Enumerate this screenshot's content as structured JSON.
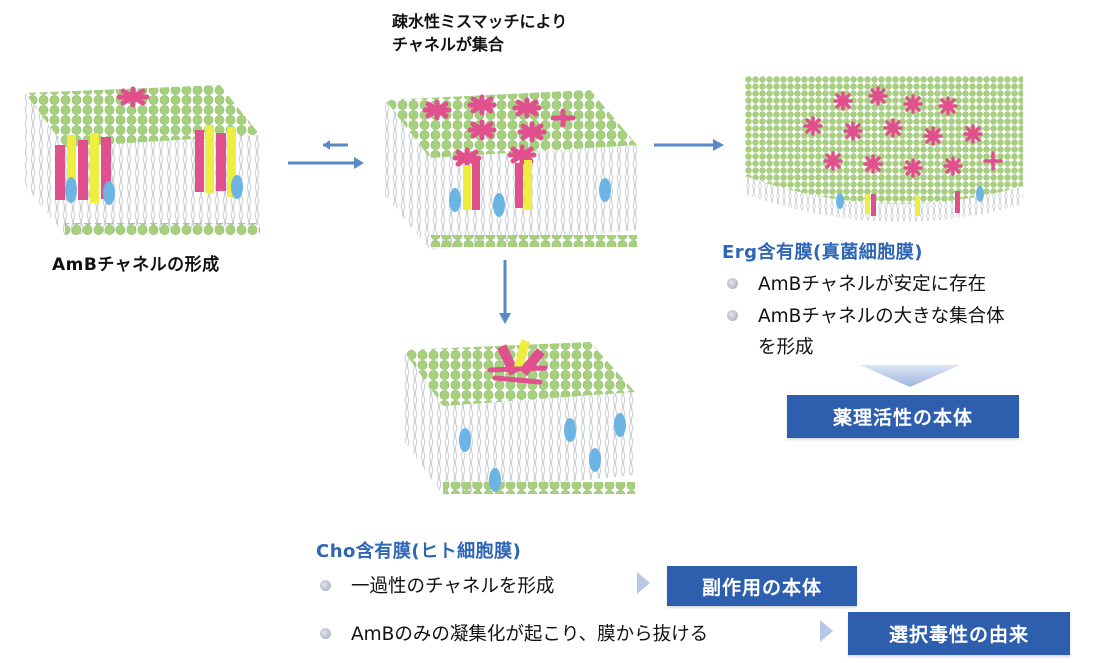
{
  "captions": {
    "channel_formation": "AmBチャネルの形成",
    "aggregation_line1": "疎水性ミスマッチにより",
    "aggregation_line2": "チャネルが集合"
  },
  "erg_panel": {
    "heading": "Erg含有膜(真菌細胞膜)",
    "bullets": [
      "AmBチャネルが安定に存在",
      "AmBチャネルの大きな集合体",
      "を形成"
    ],
    "result_box": "薬理活性の本体"
  },
  "cho_panel": {
    "heading": "Cho含有膜(ヒト細胞膜)",
    "rows": [
      {
        "text": "一過性のチャネルを形成",
        "result_box": "副作用の本体"
      },
      {
        "text": "AmBのみの凝集化が起こり、膜から抜ける",
        "result_box": "選択毒性の由来"
      }
    ]
  },
  "colors": {
    "headgroup_green": "#a6d07e",
    "amb_pink": "#e0508c",
    "sterol_yellow": "#eeee40",
    "cholesterol_blue": "#6cb4e4",
    "arrow_blue": "#5a89c8",
    "box_blue": "#2d5fae",
    "heading_blue": "#2e65b4"
  }
}
